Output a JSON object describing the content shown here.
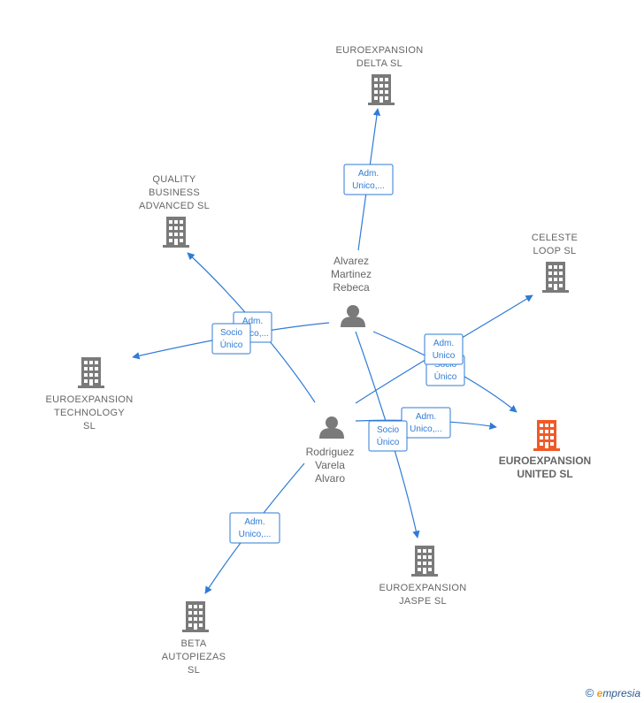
{
  "colors": {
    "edge": "#2f7bd6",
    "company": "#7a7a7a",
    "highlight": "#f05a28",
    "person": "#7a7a7a"
  },
  "companies": [
    {
      "id": "delta",
      "lines": [
        "EUROEXPANSION",
        "DELTA  SL"
      ],
      "highlight": false
    },
    {
      "id": "quality",
      "lines": [
        "QUALITY",
        "BUSINESS",
        "ADVANCED SL"
      ],
      "highlight": false
    },
    {
      "id": "celeste",
      "lines": [
        "CELESTE",
        "LOOP  SL"
      ],
      "highlight": false
    },
    {
      "id": "technology",
      "lines": [
        "EUROEXPANSION",
        "TECHNOLOGY",
        "SL"
      ],
      "highlight": false
    },
    {
      "id": "united",
      "lines": [
        "EUROEXPANSION",
        "UNITED  SL"
      ],
      "highlight": true
    },
    {
      "id": "jaspe",
      "lines": [
        "EUROEXPANSION",
        "JASPE  SL"
      ],
      "highlight": false
    },
    {
      "id": "beta",
      "lines": [
        "BETA",
        "AUTOPIEZAS",
        "SL"
      ],
      "highlight": false
    }
  ],
  "persons": [
    {
      "id": "alvarez",
      "lines": [
        "Alvarez",
        "Martinez",
        "Rebeca"
      ]
    },
    {
      "id": "rodriguez",
      "lines": [
        "Rodriguez",
        "Varela",
        "Alvaro"
      ]
    }
  ],
  "edge_labels": [
    {
      "id": "delta",
      "lines": [
        "Adm.",
        "Unico,..."
      ]
    },
    {
      "id": "quality",
      "lines": [
        "Adm.",
        "Unico,..."
      ]
    },
    {
      "id": "technology",
      "lines": [
        "Socio",
        "Único"
      ]
    },
    {
      "id": "celeste",
      "lines": [
        "Adm.",
        "Unico"
      ]
    },
    {
      "id": "united-socio",
      "lines": [
        "Socio",
        "Único"
      ]
    },
    {
      "id": "united-adm",
      "lines": [
        "Adm.",
        "Unico,..."
      ]
    },
    {
      "id": "jaspe",
      "lines": [
        "Socio",
        "Único"
      ]
    },
    {
      "id": "beta",
      "lines": [
        "Adm.",
        "Unico,..."
      ]
    }
  ],
  "footer": {
    "copyright": "©",
    "brand_initial": "e",
    "brand_rest": "mpresia"
  }
}
